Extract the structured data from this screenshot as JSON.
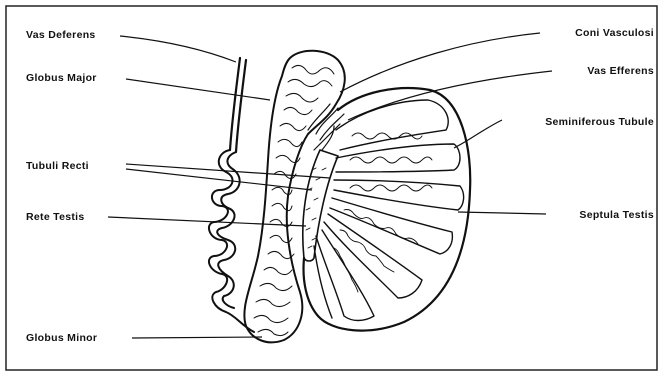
{
  "figure": {
    "labels": {
      "vas_deferens": "Vas Deferens",
      "globus_major": "Globus Major",
      "tubuli_recti": "Tubuli Recti",
      "rete_testis": "Rete Testis",
      "globus_minor": "Globus Minor",
      "coni_vasculosi": "Coni Vasculosi",
      "vas_efferens": "Vas Efferens",
      "seminiferous_tubule": "Seminiferous Tubule",
      "septula_testis": "Septula Testis"
    }
  }
}
